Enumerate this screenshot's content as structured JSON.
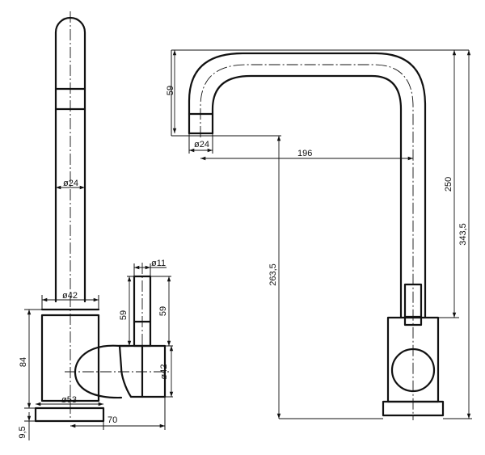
{
  "dimensions": {
    "side_spout_diameter": "ø24",
    "side_body_diameter": "ø42",
    "side_handle_diameter_small": "ø11",
    "side_lever_height_left": "59",
    "side_lever_height_right": "59",
    "side_body_height": "84",
    "side_handle_diameter_large": "ø42",
    "side_base_diameter": "ø53",
    "side_base_height": "9,5",
    "side_depth": "70",
    "front_spout_diameter": "ø24",
    "front_reach": "196",
    "front_upper_label": "59",
    "front_spout_height": "263,5",
    "front_arc_height": "250",
    "front_total_height": "343,5"
  }
}
